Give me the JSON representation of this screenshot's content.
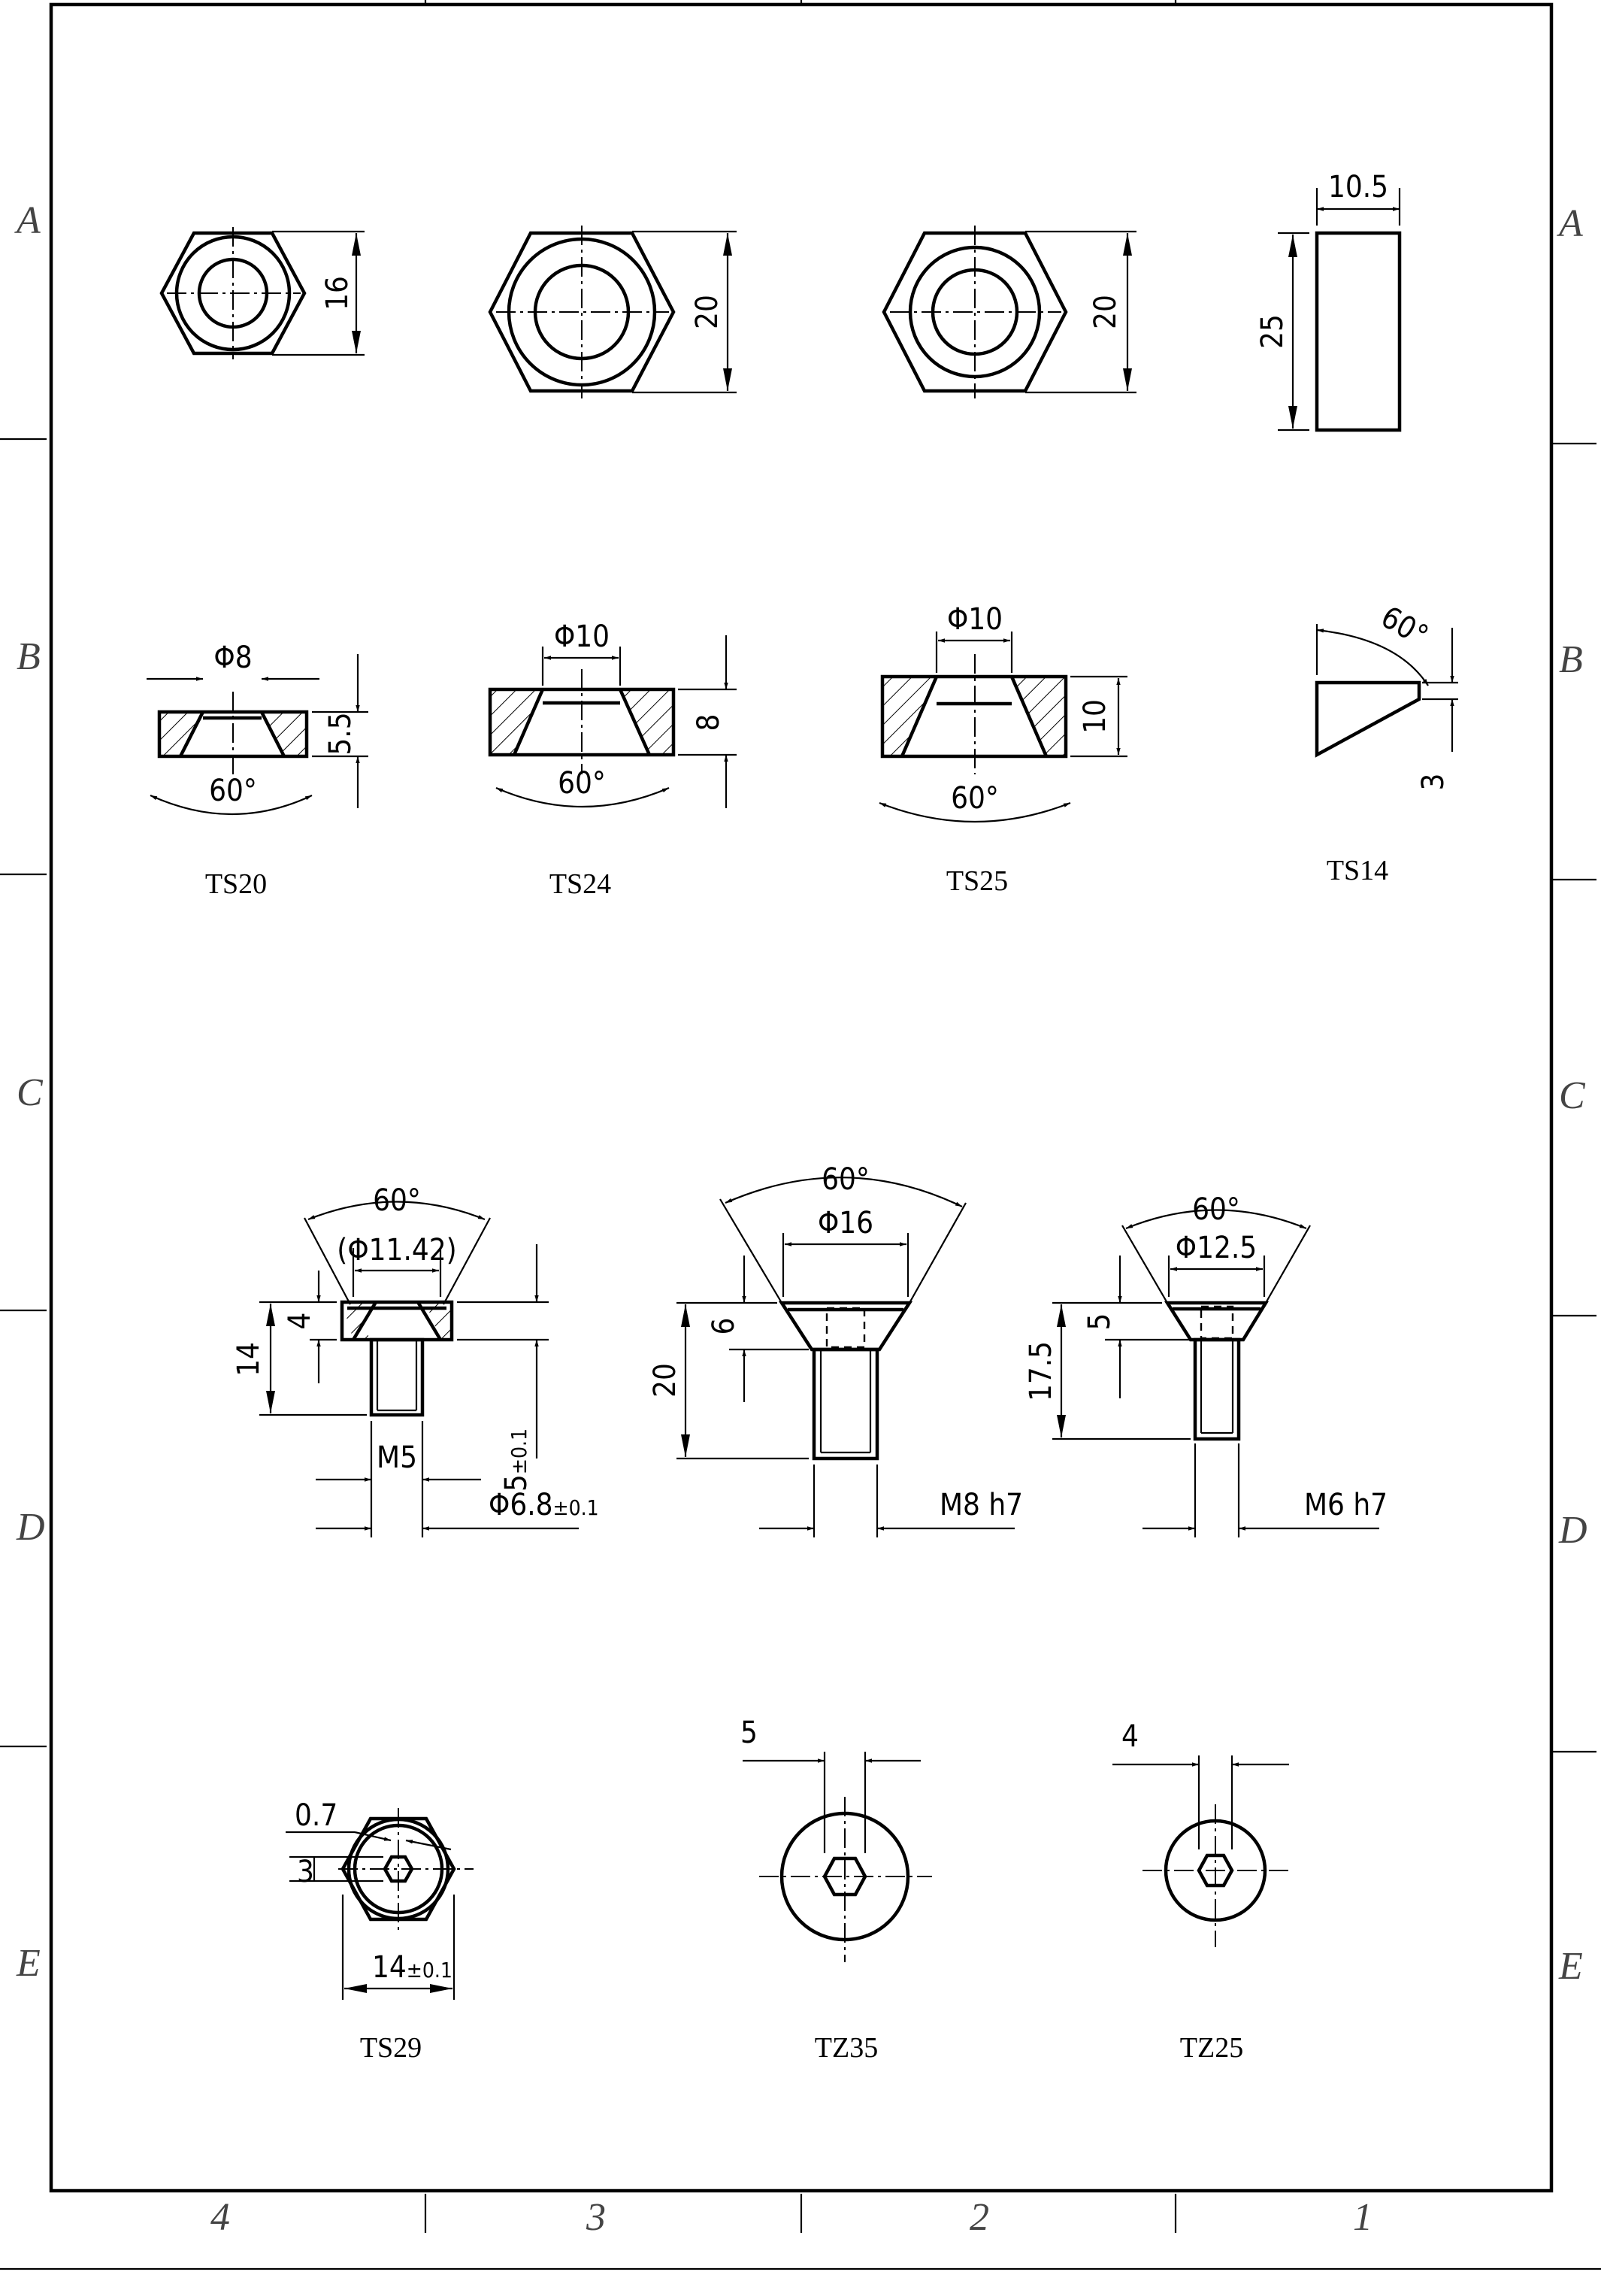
{
  "zones": {
    "rows": [
      "A",
      "B",
      "C",
      "D",
      "E"
    ],
    "cols": [
      "4",
      "3",
      "2",
      "1"
    ]
  },
  "parts": {
    "ts20": {
      "label": "TS20",
      "width": "16",
      "bore": "Φ8",
      "depth": "5.5",
      "angle": "60°"
    },
    "ts24": {
      "label": "TS24",
      "width": "20",
      "bore": "Φ10",
      "depth": "8",
      "angle": "60°"
    },
    "ts25": {
      "label": "TS25",
      "width": "20",
      "bore": "Φ10",
      "depth": "10",
      "angle": "60°"
    },
    "ts14": {
      "label": "TS14",
      "width": "10.5",
      "height": "25",
      "angle": "60°",
      "tip": "3"
    },
    "d1": {
      "angle": "60°",
      "head_dia": "(Φ11.42)",
      "head_h": "4",
      "height": "14",
      "thread": "M5",
      "tol_len": "5",
      "tol_len_tol": "±0.1",
      "shank": "Φ6.8",
      "shank_tol": "±0.1"
    },
    "d2": {
      "angle": "60°",
      "head_dia": "Φ16",
      "head_h": "6",
      "height": "20",
      "thread": "M8 h7"
    },
    "d3": {
      "angle": "60°",
      "head_dia": "Φ12.5",
      "head_h": "5",
      "height": "17.5",
      "thread": "M6 h7"
    },
    "ts29": {
      "label": "TS29",
      "wall": "0.7",
      "hex": "3",
      "af": "14",
      "af_tol": "±0.1"
    },
    "tz35": {
      "label": "TZ35",
      "hex": "5"
    },
    "tz25": {
      "label": "TZ25",
      "hex": "4"
    }
  }
}
